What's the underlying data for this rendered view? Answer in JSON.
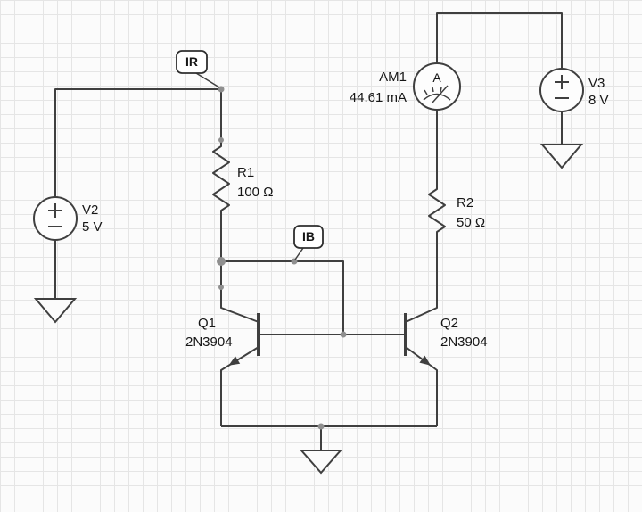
{
  "schematic": {
    "probes": {
      "ir": {
        "label": "IR"
      },
      "ib": {
        "label": "IB"
      }
    },
    "components": {
      "v2": {
        "ref": "V2",
        "value": "5 V"
      },
      "v3": {
        "ref": "V3",
        "value": "8 V"
      },
      "r1": {
        "ref": "R1",
        "value": "100 Ω"
      },
      "r2": {
        "ref": "R2",
        "value": "50 Ω"
      },
      "q1": {
        "ref": "Q1",
        "part": "2N3904"
      },
      "q2": {
        "ref": "Q2",
        "part": "2N3904"
      },
      "am1": {
        "ref": "AM1",
        "reading": "44.61 mA",
        "dial": "A"
      }
    },
    "colors": {
      "wire": "#3f3f3f",
      "text": "#161616",
      "node": "#8f8f8f",
      "grid": "#e5e5e5",
      "background": "#fbfbfb",
      "callout_fill": "#ffffff"
    }
  }
}
